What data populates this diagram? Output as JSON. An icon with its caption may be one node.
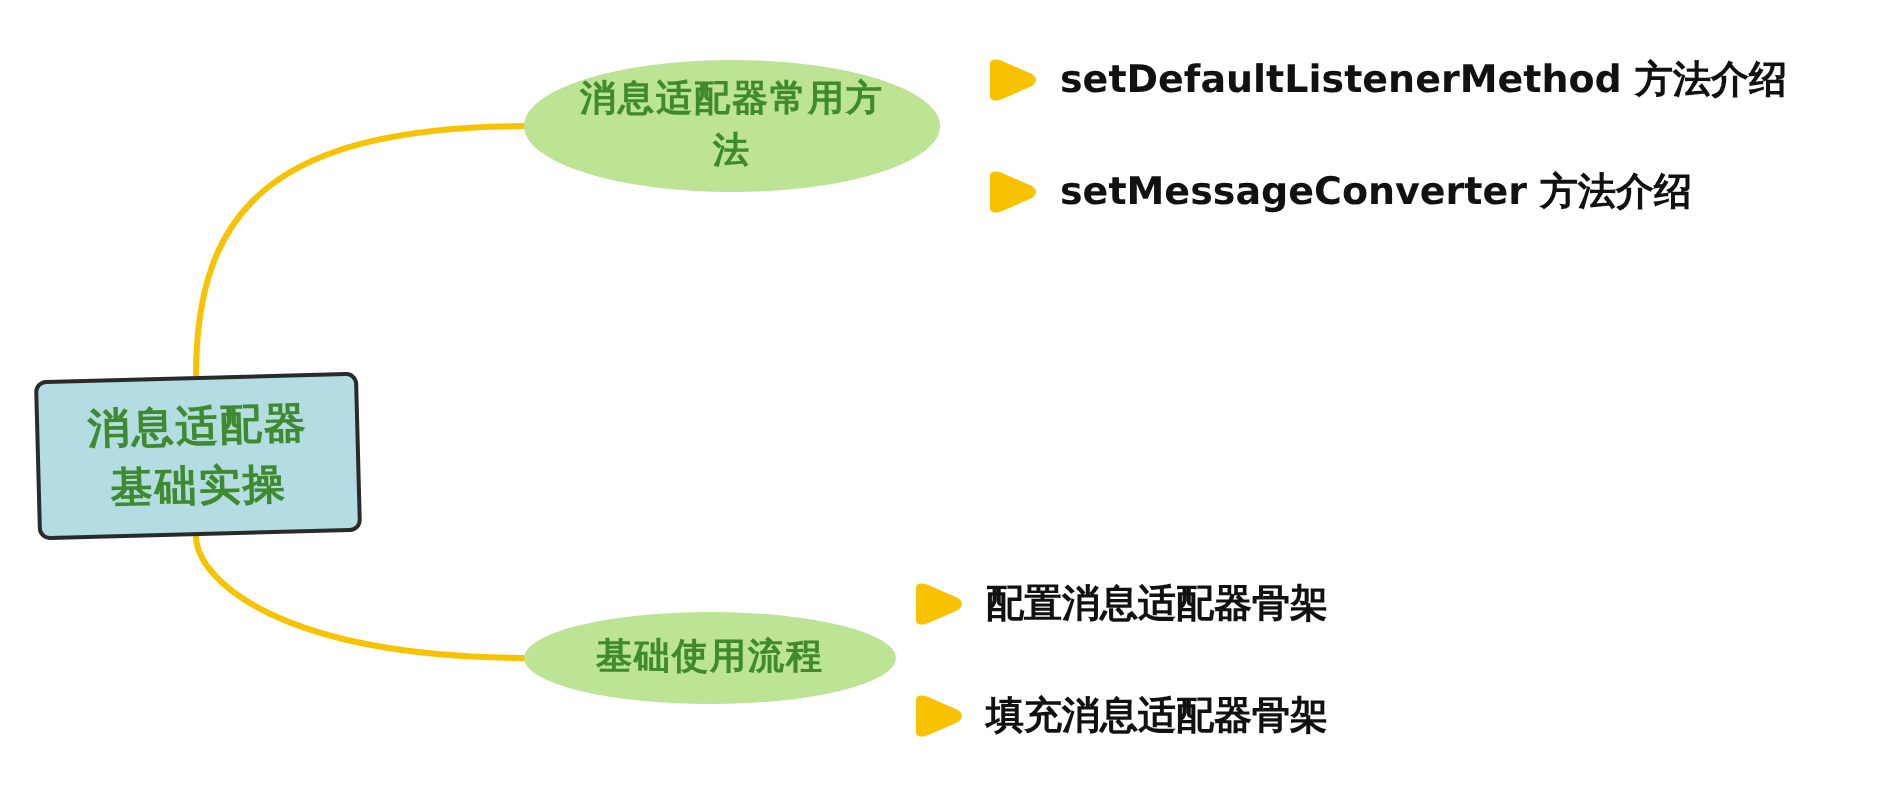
{
  "diagram": {
    "nodes": [
      {
        "text": [
          "消息适配器基础实操"
        ]
      },
      {
        "text": [
          "消息适配器常用方法"
        ]
      },
      {
        "text": [
          "setDefaultListenerMethod 方法介绍"
        ]
      },
      {
        "text": [
          "setMessageConverter 方法介绍"
        ]
      },
      {
        "text": [
          "基础使用流程"
        ]
      },
      {
        "text": [
          "配置消息适配器骨架"
        ]
      },
      {
        "text": [
          "填充消息适配器骨架"
        ]
      }
    ],
    "edges": [
      {
        "from": 0,
        "to": 1,
        "arrow": "none"
      },
      {
        "from": 0,
        "to": 4,
        "arrow": "none"
      }
    ]
  }
}
